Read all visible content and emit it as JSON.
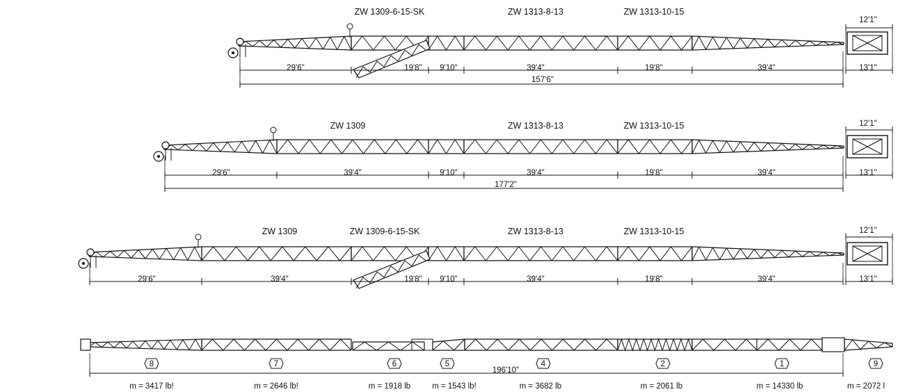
{
  "configurations": [
    {
      "section_labels": [
        "ZW 1309-6-15-SK",
        "ZW 1313-8-13",
        "ZW 1313-10-15"
      ],
      "segment_dims": [
        "29'6\"",
        "19'8\"",
        "9'10\"",
        "39'4\"",
        "19'8\"",
        "39'4\""
      ],
      "total": "157'6\"",
      "head_top": "12'1\"",
      "head_bottom": "13'1\""
    },
    {
      "section_labels": [
        "ZW 1309",
        "ZW 1313-8-13",
        "ZW 1313-10-15"
      ],
      "segment_dims": [
        "29'6\"",
        "39'4\"",
        "9'10\"",
        "39'4\"",
        "19'8\"",
        "39'4\""
      ],
      "total": "177'2\"",
      "head_top": "12'1\"",
      "head_bottom": "13'1\""
    },
    {
      "section_labels": [
        "ZW 1309",
        "ZW 1309-6-15-SK",
        "ZW 1313-8-13",
        "ZW 1313-10-15"
      ],
      "segment_dims": [
        "29'6\"",
        "39'4\"",
        "19'8\"",
        "9'10\"",
        "39'4\"",
        "19'8\"",
        "39'4\""
      ],
      "head_top": "12'1\"",
      "head_bottom": "13'1\""
    }
  ],
  "transport": {
    "total": "196'10\"",
    "components": [
      {
        "number": "8",
        "mass": "m = 3417 lb!"
      },
      {
        "number": "7",
        "mass": "m = 2646 lb!"
      },
      {
        "number": "6",
        "mass": "m = 1918 lb"
      },
      {
        "number": "5",
        "mass": "m = 1543 lb!"
      },
      {
        "number": "4",
        "mass": "m = 3682 lb"
      },
      {
        "number": "2",
        "mass": "m = 2061 lb"
      },
      {
        "number": "1",
        "mass": "m = 14330 lb"
      },
      {
        "number": "9",
        "mass": "m = 2072 l"
      }
    ]
  }
}
